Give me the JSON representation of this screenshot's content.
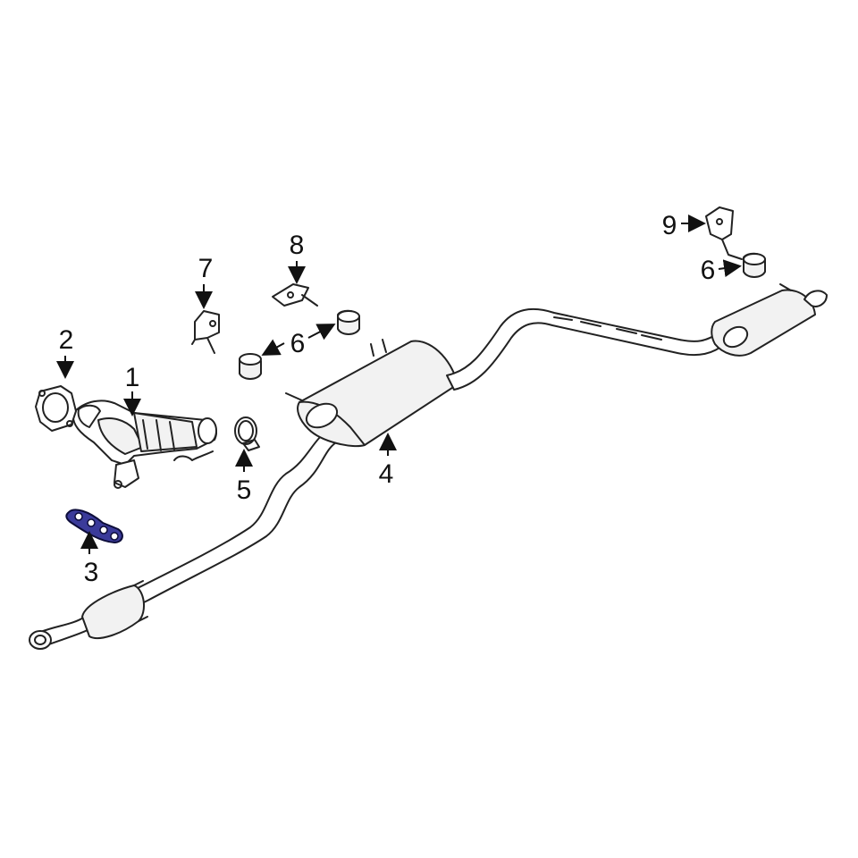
{
  "callouts": [
    {
      "id": "1",
      "label": "1"
    },
    {
      "id": "2",
      "label": "2"
    },
    {
      "id": "3",
      "label": "3"
    },
    {
      "id": "4",
      "label": "4"
    },
    {
      "id": "5",
      "label": "5"
    },
    {
      "id": "6a",
      "label": "6"
    },
    {
      "id": "6b",
      "label": "6"
    },
    {
      "id": "7",
      "label": "7"
    },
    {
      "id": "8",
      "label": "8"
    },
    {
      "id": "9",
      "label": "9"
    }
  ],
  "highlight_color": "#3b3b9a"
}
